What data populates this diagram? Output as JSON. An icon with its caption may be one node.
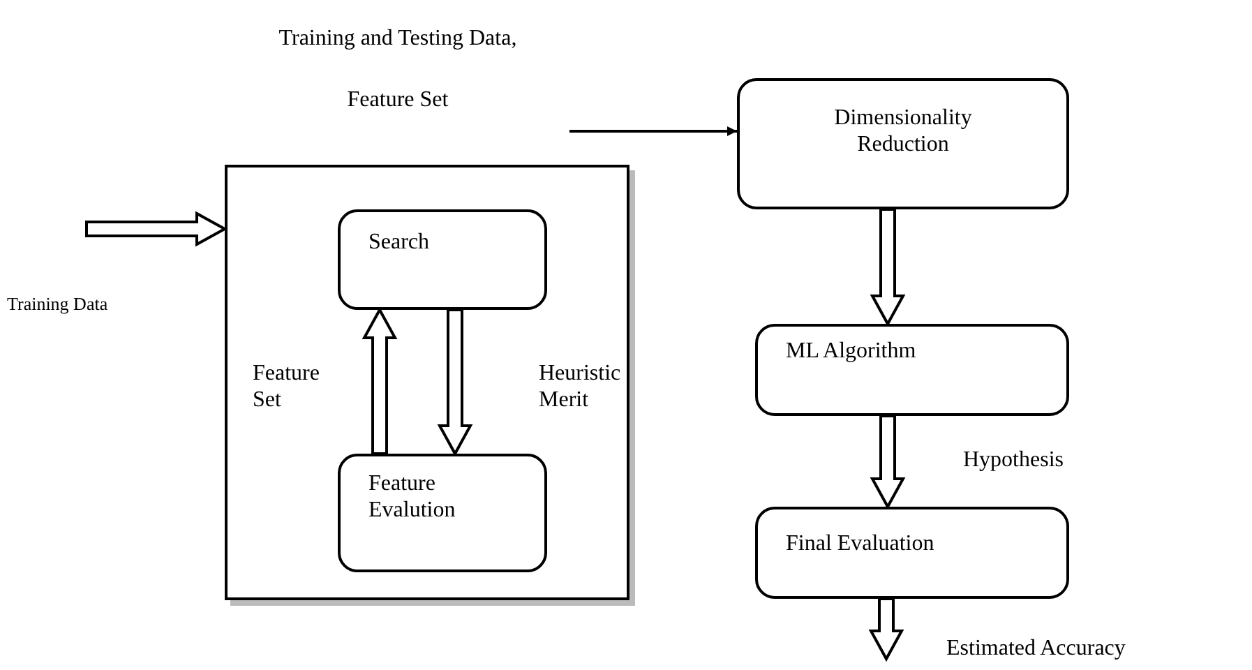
{
  "diagram": {
    "nodes": [
      {
        "text": [],
        "shape": "box"
      },
      {
        "text": [
          "Search"
        ],
        "in": 0
      },
      {
        "text": [
          "Feature Evalution"
        ],
        "in": 0
      },
      {
        "text": [
          "Dimensionality Reduction"
        ]
      },
      {
        "text": [
          "ML Algorithm"
        ]
      },
      {
        "text": [
          "Final Evaluation"
        ]
      }
    ],
    "edges": [
      {
        "from": null,
        "to": 0,
        "arrow": "to",
        "label": "Training Data",
        "style": "thick"
      },
      {
        "from": null,
        "to": 3,
        "arrow": "to",
        "label": "Training and Testing Data, Feature Set"
      },
      {
        "from": 2,
        "to": 1,
        "arrow": "to",
        "label": "Feature Set",
        "style": "thick"
      },
      {
        "from": 1,
        "to": 2,
        "arrow": "to",
        "label": "Heuristic Merit",
        "style": "thick"
      },
      {
        "from": 3,
        "to": 4,
        "arrow": "to",
        "style": "thick"
      },
      {
        "from": 4,
        "to": 5,
        "arrow": "to",
        "label": "Hypothesis",
        "style": "thick"
      },
      {
        "from": 5,
        "to": null,
        "arrow": "to",
        "label": "Estimated Accuracy",
        "style": "thick"
      }
    ]
  }
}
